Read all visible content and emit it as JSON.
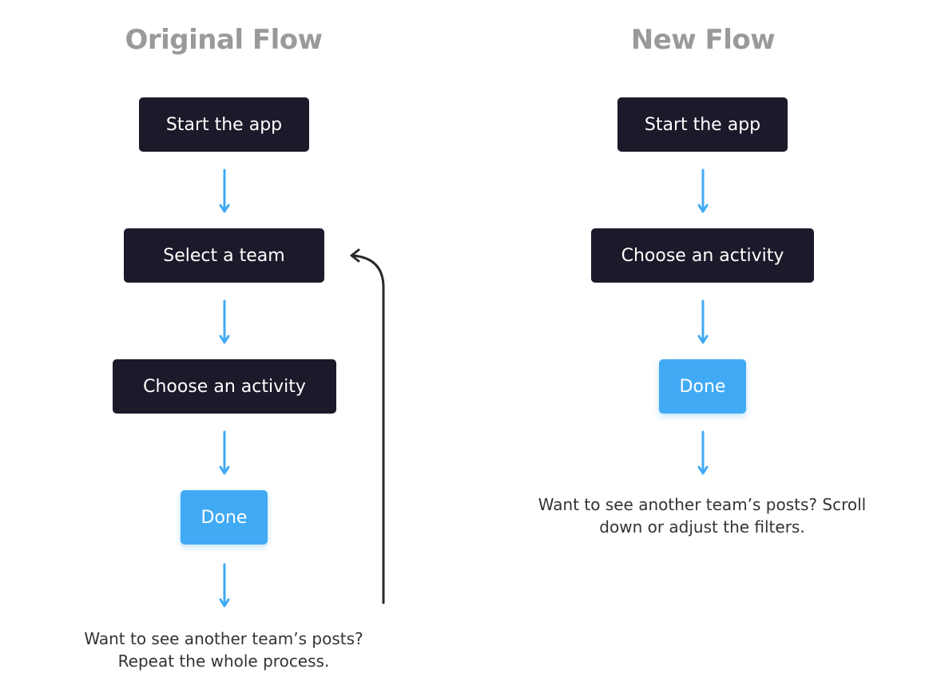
{
  "original_flow": {
    "title": "Original Flow",
    "steps": {
      "start": "Start the app",
      "select_team": "Select a team",
      "choose_activity": "Choose an activity",
      "done": "Done"
    },
    "note_lines": [
      "Want to see another team’s posts?",
      "Repeat the whole process."
    ]
  },
  "new_flow": {
    "title": "New Flow",
    "steps": {
      "start": "Start the app",
      "choose_activity": "Choose an activity",
      "done": "Done"
    },
    "note_lines": [
      "Want to see another team’s posts? Scroll",
      "down or adjust the filters."
    ]
  },
  "colors": {
    "step_dark": "#1a1a2a",
    "step_done": "#41aaf4",
    "arrow": "#41aaf4",
    "loop_arrow": "#2a2a2a",
    "title": "#9a9a9a"
  }
}
